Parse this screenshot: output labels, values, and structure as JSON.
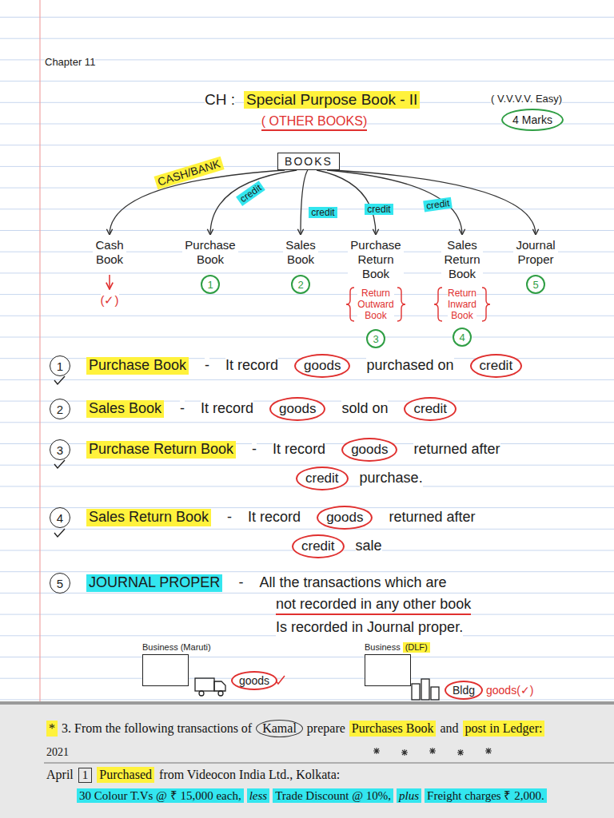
{
  "diagram": {
    "title": "Special Purpose Book - II",
    "nodes": [
      {
        "text": [
          "4 Marks"
        ]
      },
      {
        "text": [
          "BOOKS"
        ]
      },
      {
        "text": [
          "Cash Book"
        ]
      },
      {
        "text": [
          "Purchase Book"
        ]
      },
      {
        "text": [
          "Sales Book"
        ]
      },
      {
        "text": [
          "Purchase Return Book"
        ]
      },
      {
        "text": [
          "Sales Return Book"
        ]
      },
      {
        "text": [
          "Journal Proper"
        ]
      },
      {
        "text": [
          "1"
        ]
      },
      {
        "text": [
          "2"
        ]
      },
      {
        "text": [
          "3"
        ]
      },
      {
        "text": [
          "4"
        ]
      },
      {
        "text": [
          "5"
        ]
      },
      {
        "text": [
          "1"
        ]
      },
      {
        "text": [
          "goods"
        ]
      },
      {
        "text": [
          "credit"
        ]
      },
      {
        "text": [
          "2"
        ]
      },
      {
        "text": [
          "goods"
        ]
      },
      {
        "text": [
          "credit"
        ]
      },
      {
        "text": [
          "3"
        ]
      },
      {
        "text": [
          "goods"
        ]
      },
      {
        "text": [
          "credit"
        ]
      },
      {
        "text": [
          "4"
        ]
      },
      {
        "text": [
          "goods"
        ]
      },
      {
        "text": [
          "credit"
        ]
      },
      {
        "text": [
          "5"
        ]
      },
      {
        "text": [
          "Business (Maruti)"
        ]
      },
      {
        "text": [
          "goods"
        ]
      },
      {
        "text": [
          "Business",
          "(DLF)"
        ]
      },
      {
        "text": [
          "Bldg"
        ]
      },
      {
        "text": [
          "Kamal"
        ]
      },
      {
        "text": [
          "1"
        ]
      }
    ],
    "edges": [
      {
        "from": 1,
        "to": 2,
        "arrow": "to",
        "label": "CASH/BANK"
      },
      {
        "from": 1,
        "to": 3,
        "arrow": "to",
        "label": "credit"
      },
      {
        "from": 1,
        "to": 4,
        "arrow": "to",
        "label": "credit"
      },
      {
        "from": 1,
        "to": 5,
        "arrow": "to",
        "label": "credit"
      },
      {
        "from": 1,
        "to": 6,
        "arrow": "to",
        "label": "credit"
      },
      {
        "from": 1,
        "to": 7,
        "arrow": "to"
      }
    ],
    "labels": [
      "Chapter 11",
      "CH :",
      "( V.V.V.V. Easy)",
      "( OTHER BOOKS)",
      "(✓)",
      "Return Outward Book",
      "Return Inward Book",
      "Purchase Book",
      "-",
      "It record",
      "purchased on",
      "Sales Book",
      "-",
      "It record",
      "sold on",
      "Purchase Return Book",
      "-",
      "It record",
      "returned after",
      "purchase.",
      "Sales Return Book",
      "-",
      "It record",
      "returned after",
      "sale",
      "JOURNAL PROPER",
      "-",
      "All the transactions which are",
      "not recorded in any other book",
      "Is recorded in Journal proper.",
      "goods(✓)",
      "*",
      "3. From the following transactions of",
      "prepare",
      "Purchases Book",
      "and",
      "post in Ledger:",
      "2021",
      "April",
      "Purchased",
      "from Videocon India Ltd., Kolkata:",
      "30 Colour T.Vs @ ₹ 15,000 each,",
      "less",
      "Trade Discount @ 10%,",
      "plus",
      "Freight charges ₹ 2,000."
    ]
  }
}
